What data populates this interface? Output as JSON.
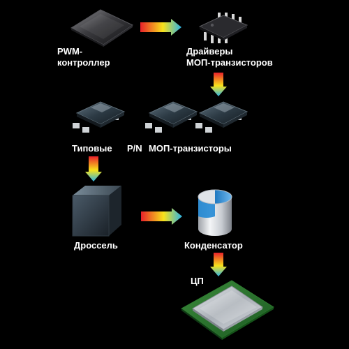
{
  "labels": {
    "pwm_line1": "PWM-",
    "pwm_line2": "контроллер",
    "drivers_line1": "Драйверы",
    "drivers_line2": "МОП-транзисторов",
    "typical": "Типовые",
    "pn": "P/N",
    "mosfets": "МОП-транзисторы",
    "choke": "Дроссель",
    "capacitor": "Конденсатор",
    "cpu": "ЦП"
  },
  "colors": {
    "background": "#000000",
    "text": "#ffffff",
    "arrow_start": "#e8202a",
    "arrow_mid": "#f7e21b",
    "arrow_end": "#2ab2e6"
  },
  "icons": {
    "pwm_controller": "flat-ic-chip-icon",
    "mosfet_driver": "soic-8-chip-icon",
    "mosfet": "dpak-transistor-icon",
    "choke": "inductor-cube-icon",
    "capacitor": "electrolytic-capacitor-icon",
    "cpu": "processor-chip-icon"
  }
}
